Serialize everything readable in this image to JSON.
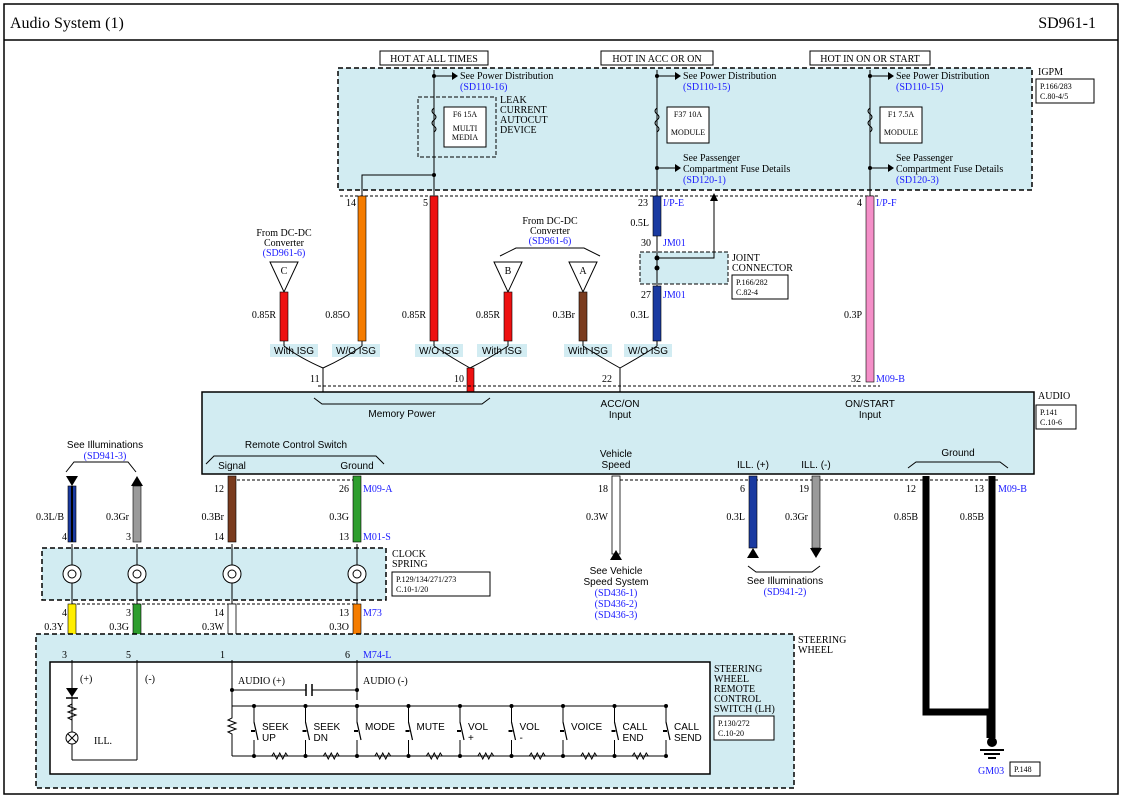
{
  "header": {
    "title": "Audio System (1)",
    "code": "SD961-1"
  },
  "power_labels": {
    "hot_always": "HOT AT ALL TIMES",
    "hot_acc": "HOT IN ACC OR ON",
    "hot_on_start": "HOT IN ON OR START"
  },
  "igpm": {
    "name": "IGPM",
    "ref1": "P.166/283",
    "ref2": "C.80-4/5"
  },
  "fuses": {
    "f6": {
      "rating": "F6 15A",
      "label1": "MULTI",
      "label2": "MEDIA"
    },
    "f37": {
      "rating": "F37 10A",
      "label": "MODULE"
    },
    "f1": {
      "rating": "F1 7.5A",
      "label": "MODULE"
    }
  },
  "leak": {
    "l1": "LEAK",
    "l2": "CURRENT",
    "l3": "AUTOCUT",
    "l4": "DEVICE"
  },
  "see_power": {
    "text": "See Power Distribution",
    "r1": "(SD110-16)",
    "r2": "(SD110-15)",
    "r3": "(SD110-15)"
  },
  "see_pass": {
    "l1": "See Passenger",
    "l2": "Compartment Fuse Details",
    "r1": "(SD120-1)",
    "r2": "(SD120-3)"
  },
  "pins_top": {
    "p14": "14",
    "p5": "5",
    "p23": "23",
    "p4": "4",
    "ipe": "I/P-E",
    "ipf": "I/P-F",
    "p30": "30",
    "p27": "27",
    "jm01a": "JM01",
    "jm01b": "JM01"
  },
  "joint": {
    "l1": "JOINT",
    "l2": "CONNECTOR",
    "ref1": "P.166/282",
    "ref2": "C.82-4"
  },
  "dcdc1": {
    "l1": "From DC-DC",
    "l2": "Converter",
    "ref": "(SD961-6)"
  },
  "dcdc2": {
    "l1": "From DC-DC",
    "l2": "Converter",
    "ref": "(SD961-6)"
  },
  "conn_letters": {
    "a": "A",
    "b": "B",
    "c": "C"
  },
  "wires_top": {
    "w1": "0.85R",
    "w2": "0.85O",
    "w3": "0.85R",
    "w4": "0.85R",
    "w5": "0.3Br",
    "w6": "0.3L",
    "w7": "0.5L",
    "w8": "0.3P"
  },
  "isg": {
    "with": "With ISG",
    "wo": "W/O ISG"
  },
  "audio_pins": {
    "p11": "11",
    "p10": "10",
    "p22": "22",
    "p32": "32",
    "m09b": "M09-B"
  },
  "audio": {
    "name": "AUDIO",
    "ref1": "P.141",
    "ref2": "C.10-6",
    "memory": "Memory Power",
    "acc1": "ACC/ON",
    "acc2": "Input",
    "on1": "ON/START",
    "on2": "Input",
    "rc": "Remote Control Switch",
    "signal": "Signal",
    "ground": "Ground",
    "vs1": "Vehicle",
    "vs2": "Speed",
    "illp": "ILL. (+)",
    "illm": "ILL. (-)",
    "gnd": "Ground"
  },
  "audio_bottom_pins": {
    "p12": "12",
    "p26": "26",
    "m09a": "M09-A",
    "p18": "18",
    "p6": "6",
    "p19": "19",
    "p12b": "12",
    "p13": "13",
    "m09b": "M09-B"
  },
  "wires_mid": {
    "w03lb": "0.3L/B",
    "w03gr": "0.3Gr",
    "w03br": "0.3Br",
    "w03g": "0.3G",
    "w03w": "0.3W",
    "w03l": "0.3L",
    "w03gr2": "0.3Gr",
    "w085b1": "0.85B",
    "w085b2": "0.85B"
  },
  "see_illum": {
    "text": "See Illuminations",
    "ref": "(SD941-3)"
  },
  "see_illum2": {
    "text": "See Illuminations",
    "ref": "(SD941-2)"
  },
  "see_vs": {
    "l1": "See Vehicle",
    "l2": "Speed System",
    "r1": "(SD436-1)",
    "r2": "(SD436-2)",
    "r3": "(SD436-3)"
  },
  "clock": {
    "l1": "CLOCK",
    "l2": "SPRING",
    "ref1": "P.129/134/271/273",
    "ref2": "C.10-1/20",
    "m01s": "M01-S",
    "m73": "M73"
  },
  "cs_pins_top": {
    "p4": "4",
    "p3": "3",
    "p14": "14",
    "p13": "13"
  },
  "cs_pins_bot": {
    "p4": "4",
    "p3": "3",
    "p14": "14",
    "p13": "13"
  },
  "wires_low": {
    "w03y": "0.3Y",
    "w03g": "0.3G",
    "w03w": "0.3W",
    "w03o": "0.3O"
  },
  "sw_pins": {
    "p3": "3",
    "p5": "5",
    "p1": "1",
    "p6": "6",
    "m74l": "M74-L"
  },
  "steering": {
    "wheel1": "STEERING",
    "wheel2": "WHEEL",
    "sw1": "STEERING",
    "sw2": "WHEEL",
    "sw3": "REMOTE",
    "sw4": "CONTROL",
    "sw5": "SWITCH (LH)",
    "ref1": "P.130/272",
    "ref2": "C.10-20",
    "plus": "(+)",
    "minus": "(-)",
    "ill": "ILL.",
    "audio_p": "AUDIO (+)",
    "audio_m": "AUDIO (-)"
  },
  "buttons": [
    {
      "l1": "SEEK",
      "l2": "UP"
    },
    {
      "l1": "SEEK",
      "l2": "DN"
    },
    {
      "l1": "MODE",
      "l2": ""
    },
    {
      "l1": "MUTE",
      "l2": ""
    },
    {
      "l1": "VOL",
      "l2": "+"
    },
    {
      "l1": "VOL",
      "l2": "-"
    },
    {
      "l1": "VOICE",
      "l2": ""
    },
    {
      "l1": "CALL",
      "l2": "END"
    },
    {
      "l1": "CALL",
      "l2": "SEND"
    }
  ],
  "ground": {
    "name": "GM03",
    "ref": "P.148"
  },
  "colors": {
    "panel": "#d2ecf2",
    "red": "#ee1111",
    "orange": "#f57c00",
    "blue": "#1a3aa0",
    "brown": "#7a3b1e",
    "pink": "#f48fc8",
    "green": "#2e9e2e",
    "gray": "#9a9a9a",
    "yellow": "#ffee00",
    "white": "#ffffff",
    "black": "#000000",
    "link": "#1a1aff"
  }
}
